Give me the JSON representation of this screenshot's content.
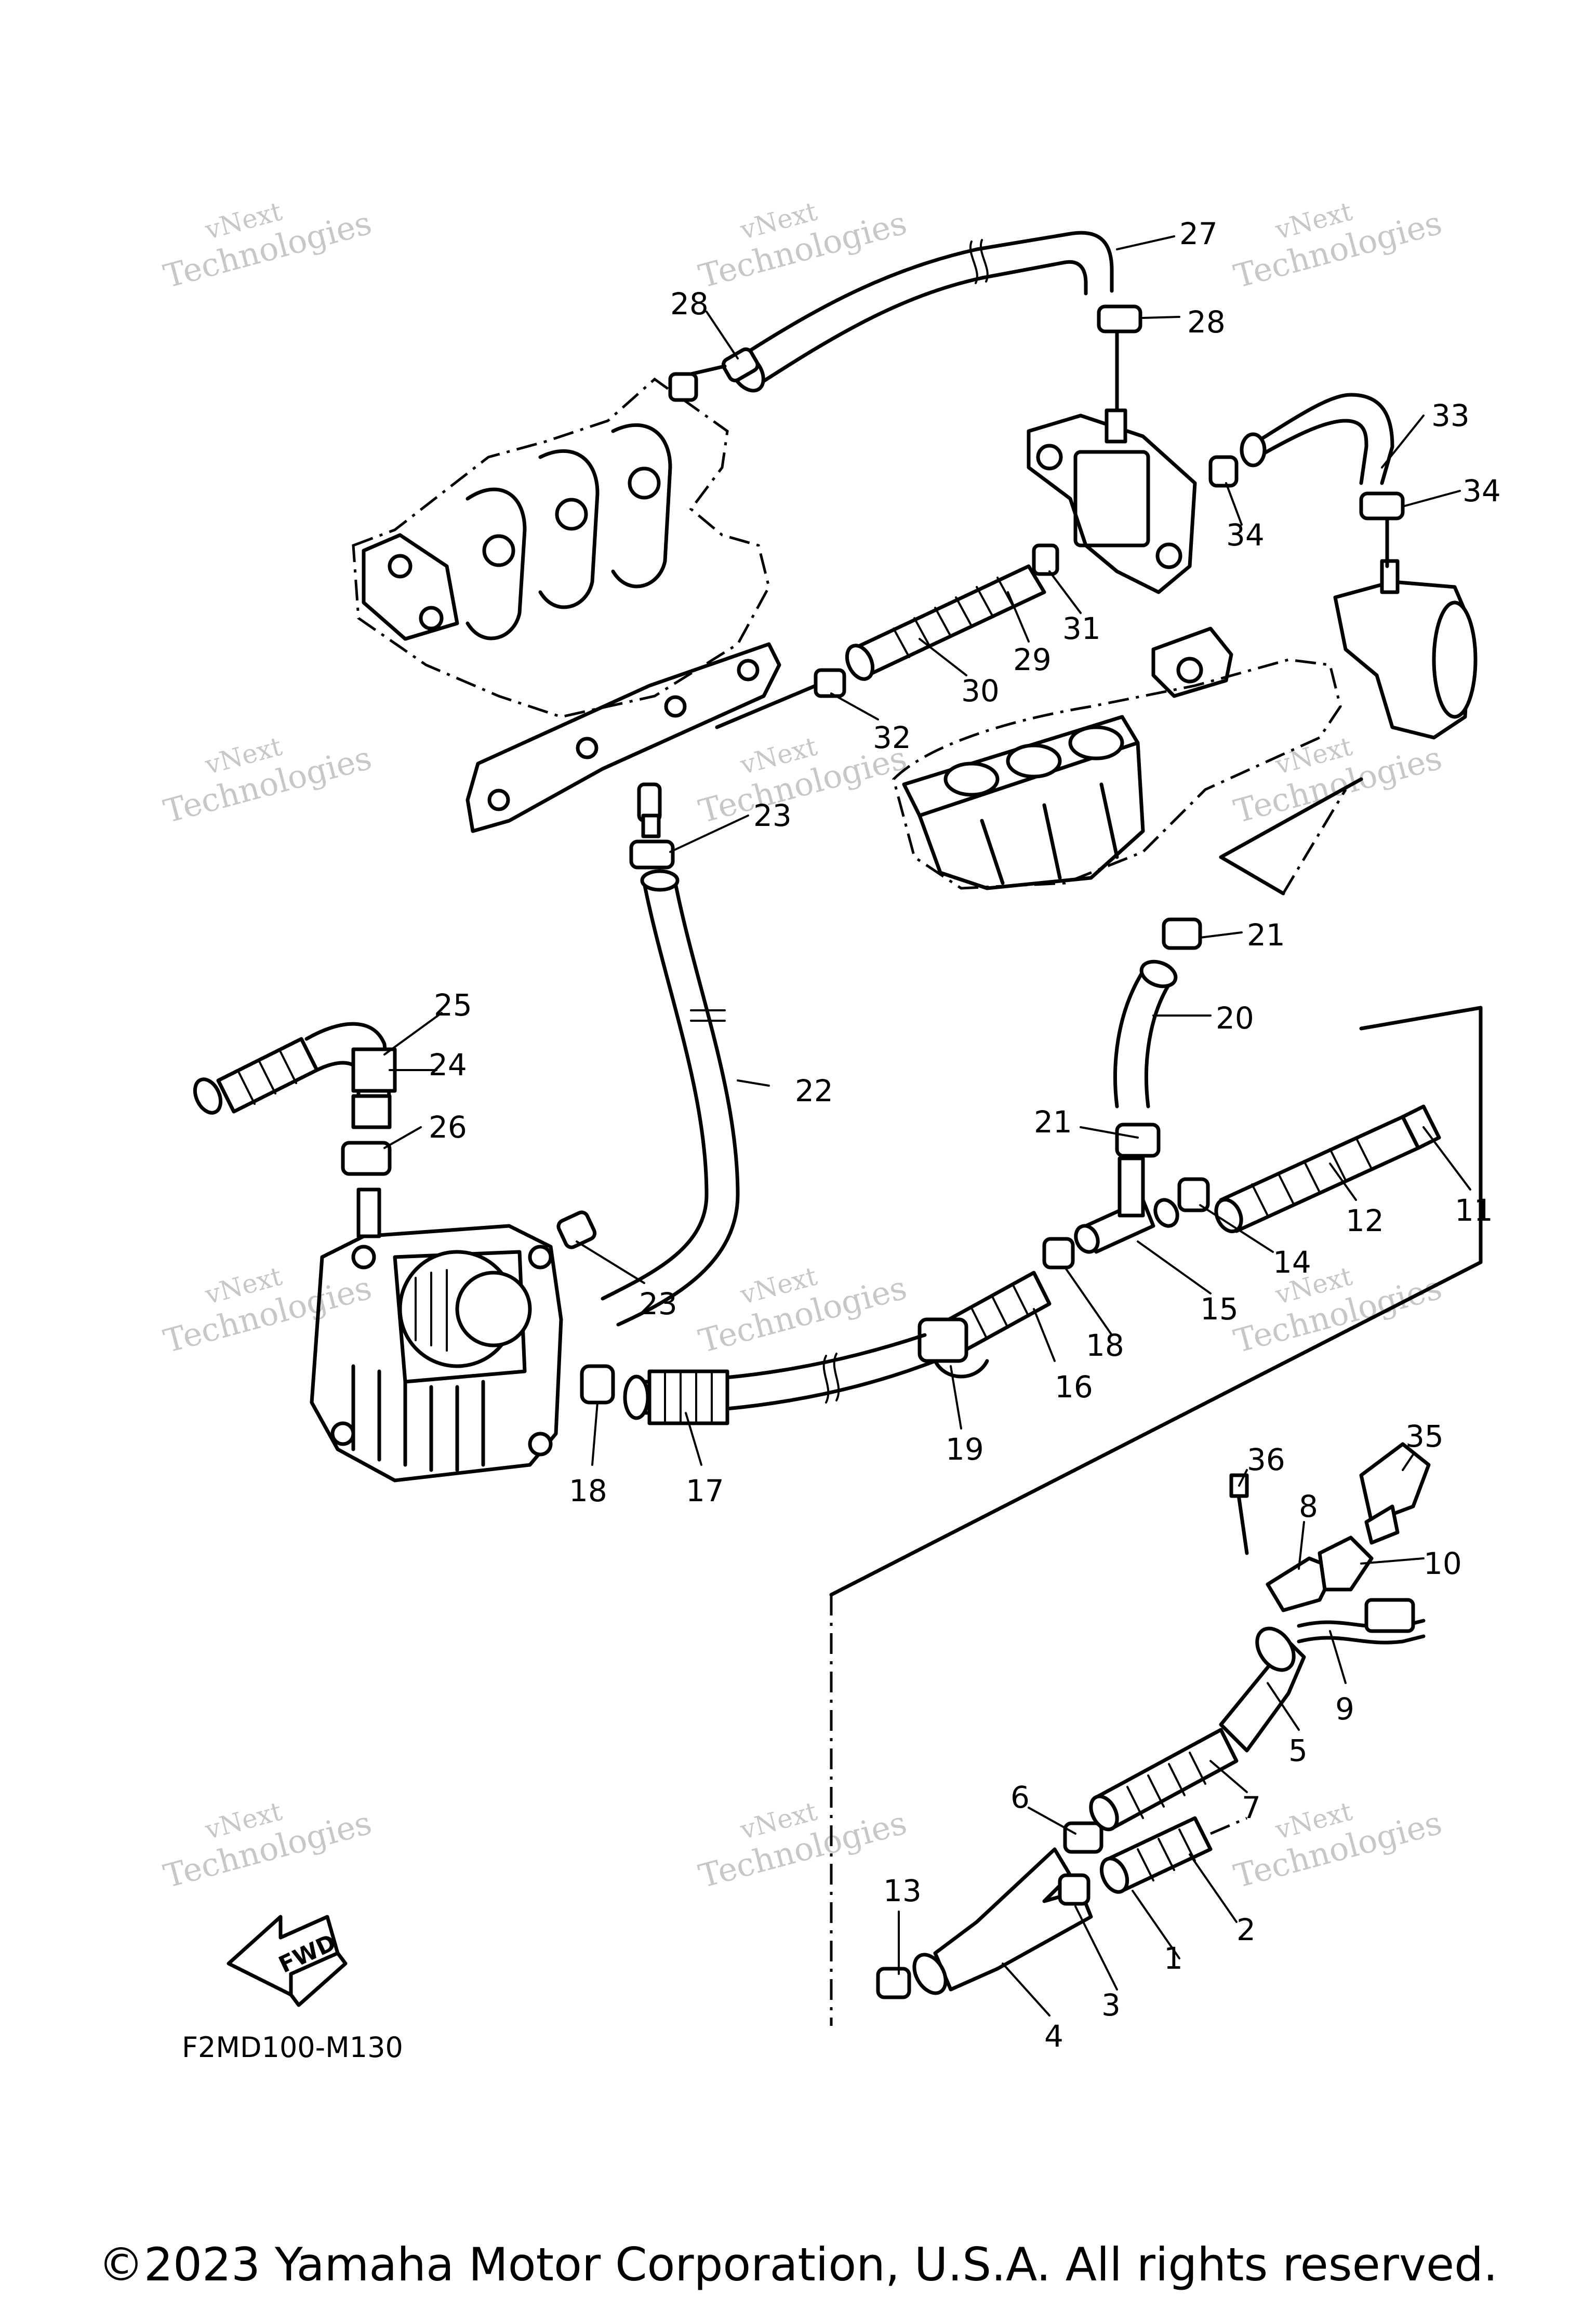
{
  "diagram": {
    "callouts": [
      "1",
      "2",
      "3",
      "4",
      "5",
      "6",
      "7",
      "8",
      "9",
      "10",
      "11",
      "12",
      "13",
      "14",
      "15",
      "16",
      "17",
      "18",
      "19",
      "20",
      "21",
      "22",
      "23",
      "24",
      "25",
      "26",
      "27",
      "28",
      "29",
      "30",
      "31",
      "32",
      "33",
      "34",
      "35",
      "36"
    ],
    "fwd_label": "FWD",
    "figure_code": "F2MD100-M130",
    "watermark_line1": "vNext",
    "watermark_line2": "Technologies",
    "copyright": "©2023 Yamaha Motor Corporation, U.S.A. All rights reserved."
  }
}
